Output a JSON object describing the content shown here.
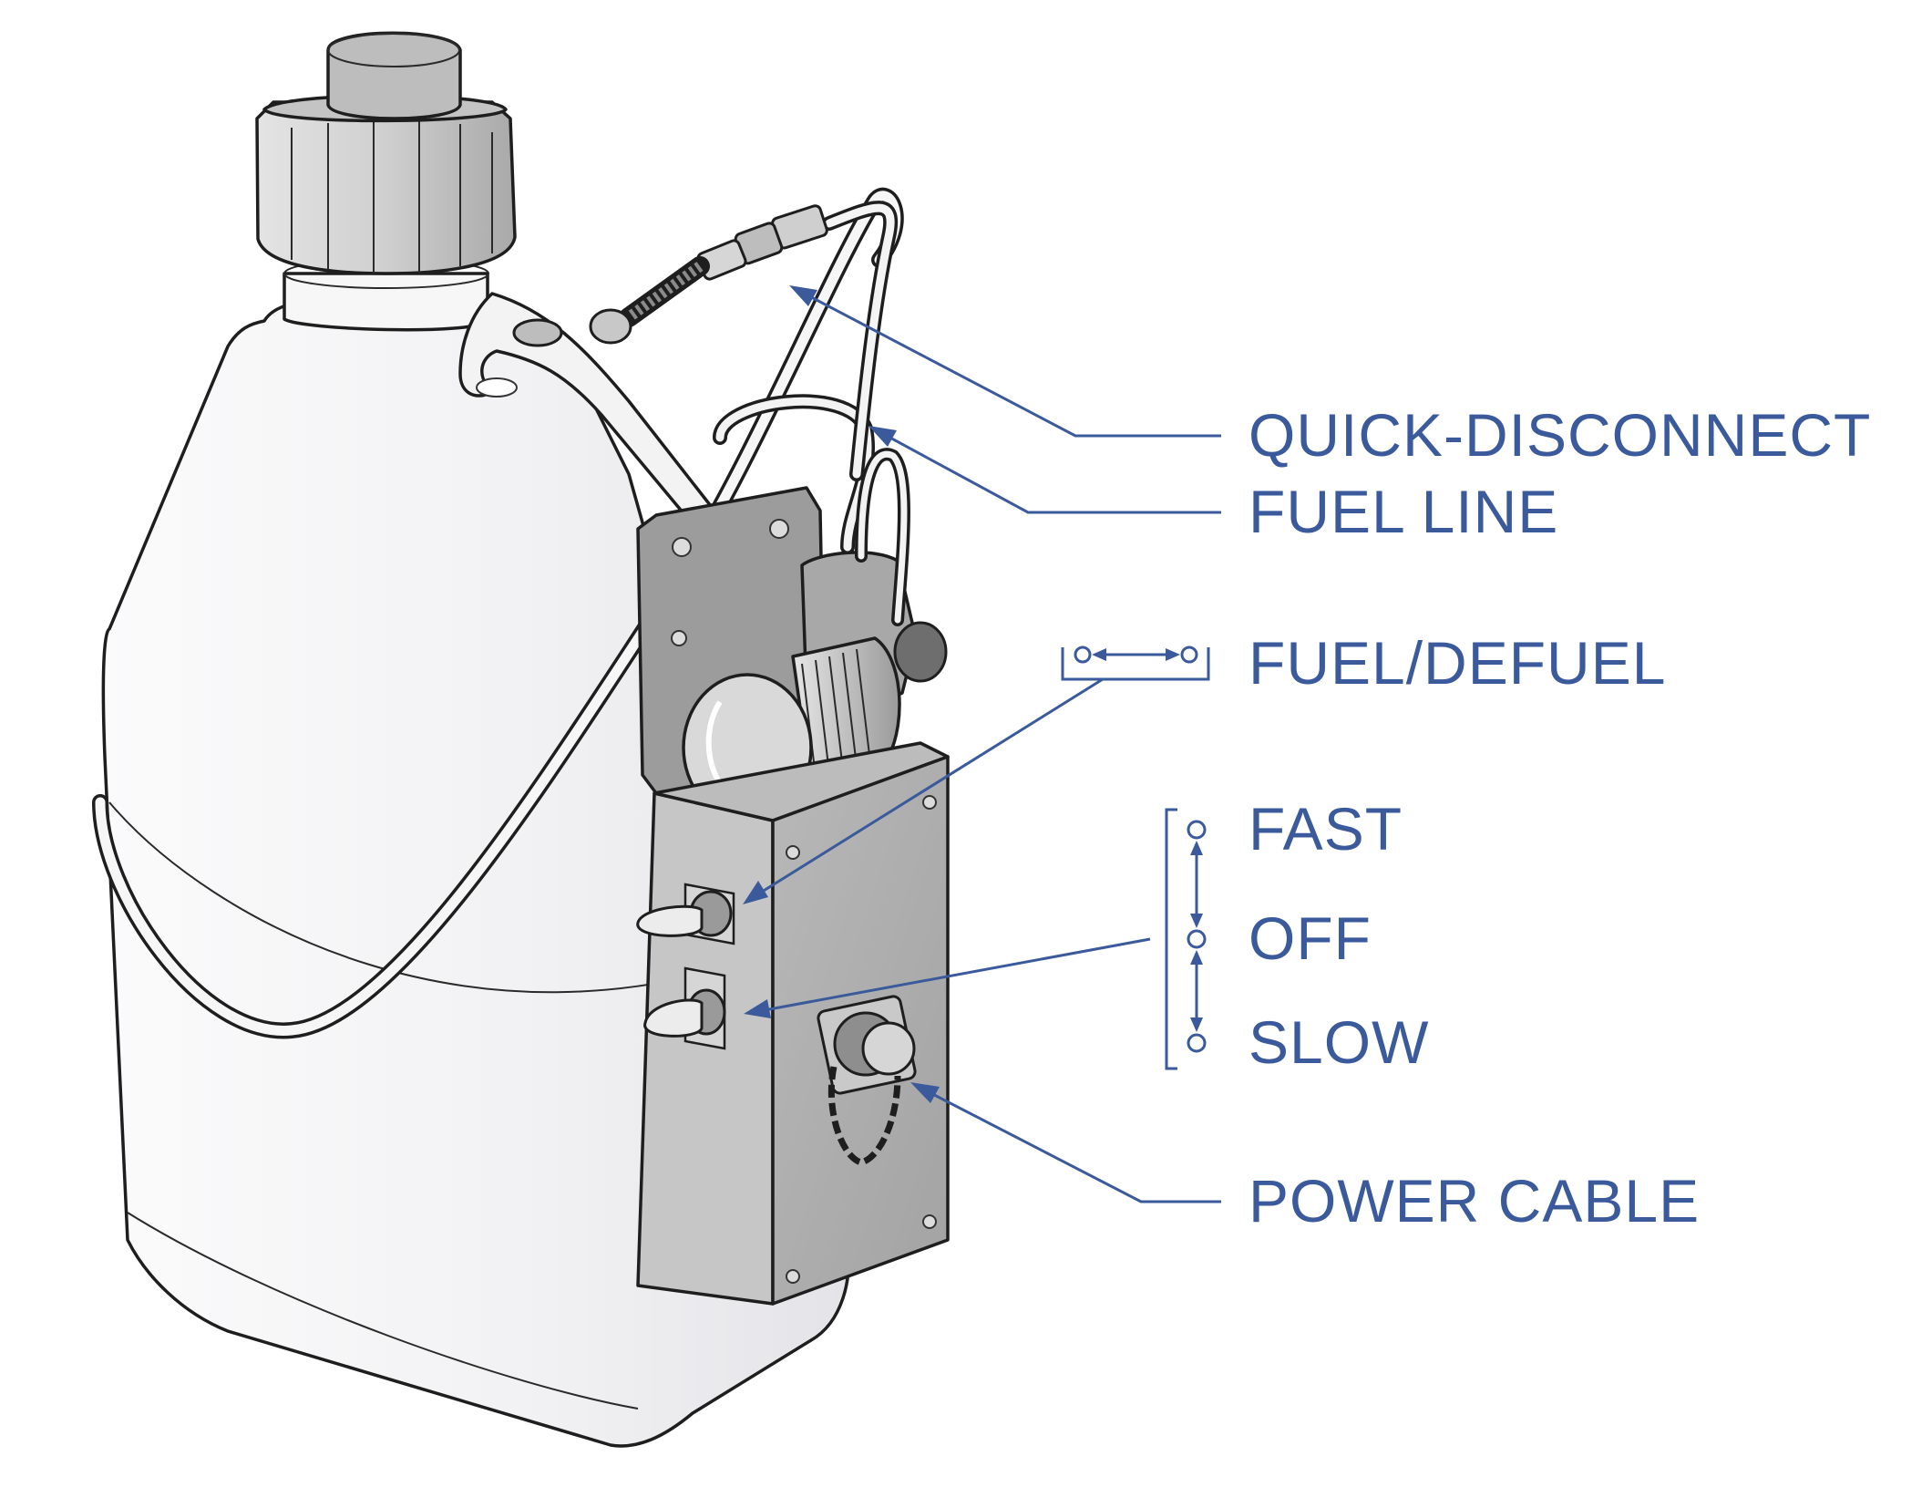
{
  "callouts": {
    "quick_disconnect": "QUICK-DISCONNECT",
    "fuel_line": "FUEL LINE",
    "fuel_defuel": "FUEL/DEFUEL",
    "fast": "FAST",
    "off": "OFF",
    "slow": "SLOW",
    "power_cable": "POWER CABLE"
  },
  "colors": {
    "callout": "#3a5a9c",
    "ink": "#1e1e1e",
    "container_fill": "#f4f4f6",
    "metal_fill": "#b4b4b4",
    "cap_fill": "#d2d2d2"
  },
  "icons": {
    "fuel_defuel_symbol": "two-way-horizontal-arrow-icon",
    "speed_selector_symbol": "three-position-vertical-arrow-icon"
  }
}
